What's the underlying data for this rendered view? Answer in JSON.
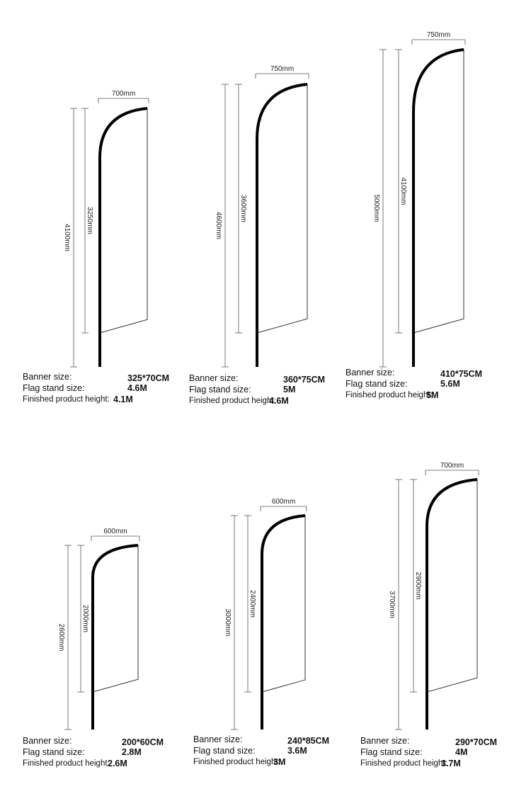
{
  "flags": [
    {
      "width_label": "700mm",
      "banner_height_label": "3250mm",
      "total_height_label": "4100mm",
      "specs": [
        {
          "label": "Banner size:",
          "value": "325*70CM"
        },
        {
          "label": "Flag stand size:",
          "value": "4.6M"
        },
        {
          "label": "Finished product height:",
          "value": "4.1M"
        }
      ]
    },
    {
      "width_label": "750mm",
      "banner_height_label": "3600mm",
      "total_height_label": "4600mm",
      "specs": [
        {
          "label": "Banner size:",
          "value": "360*75CM"
        },
        {
          "label": "Flag stand size:",
          "value": "5M"
        },
        {
          "label": "Finished product height:",
          "value": "4.6M"
        }
      ]
    },
    {
      "width_label": "750mm",
      "banner_height_label": "4100mm",
      "total_height_label": "5000mm",
      "specs": [
        {
          "label": "Banner size:",
          "value": "410*75CM"
        },
        {
          "label": "Flag stand size:",
          "value": "5.6M"
        },
        {
          "label": "Finished product height:",
          "value": "5M"
        }
      ]
    },
    {
      "width_label": "600mm",
      "banner_height_label": "2000mm",
      "total_height_label": "2600mm",
      "specs": [
        {
          "label": "Banner size:",
          "value": "200*60CM"
        },
        {
          "label": "Flag stand size:",
          "value": "2.8M"
        },
        {
          "label": "Finished product height:",
          "value": "2.6M"
        }
      ]
    },
    {
      "width_label": "600mm",
      "banner_height_label": "2400mm",
      "total_height_label": "3000mm",
      "specs": [
        {
          "label": "Banner size:",
          "value": "240*85CM"
        },
        {
          "label": "Flag stand size:",
          "value": "3.6M"
        },
        {
          "label": "Finished product height:",
          "value": "3M"
        }
      ]
    },
    {
      "width_label": "700mm",
      "banner_height_label": "2900mm",
      "total_height_label": "3700mm",
      "specs": [
        {
          "label": "Banner size:",
          "value": "290*70CM"
        },
        {
          "label": "Flag stand size:",
          "value": "4M"
        },
        {
          "label": "Finished product height:",
          "value": "3.7M"
        }
      ]
    }
  ]
}
